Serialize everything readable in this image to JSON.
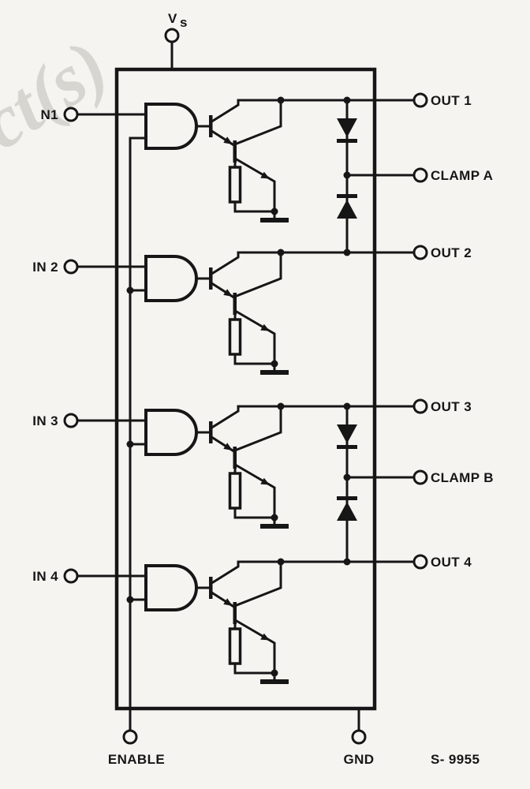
{
  "watermark": "ct(s)",
  "code": "S- 9955",
  "pins": {
    "vs_main": "V",
    "vs_sub": "s",
    "in1": "N1",
    "in2": "IN 2",
    "in3": "IN 3",
    "in4": "IN 4",
    "enable": "ENABLE",
    "gnd": "GND",
    "out1": "OUT 1",
    "out2": "OUT 2",
    "out3": "OUT 3",
    "out4": "OUT 4",
    "clamp_a": "CLAMP A",
    "clamp_b": "CLAMP B"
  },
  "colors": {
    "ink": "#161616",
    "paper": "#f5f4f1",
    "watermark": "#cbc9c3"
  }
}
